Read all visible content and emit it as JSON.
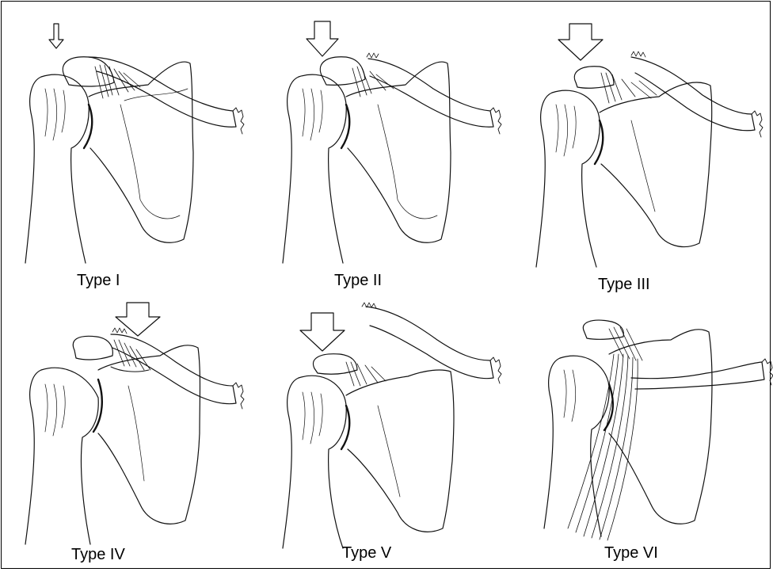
{
  "panels": [
    {
      "label": "Type I"
    },
    {
      "label": "Type II"
    },
    {
      "label": "Type III"
    },
    {
      "label": "Type IV"
    },
    {
      "label": "Type V"
    },
    {
      "label": "Type VI"
    }
  ]
}
